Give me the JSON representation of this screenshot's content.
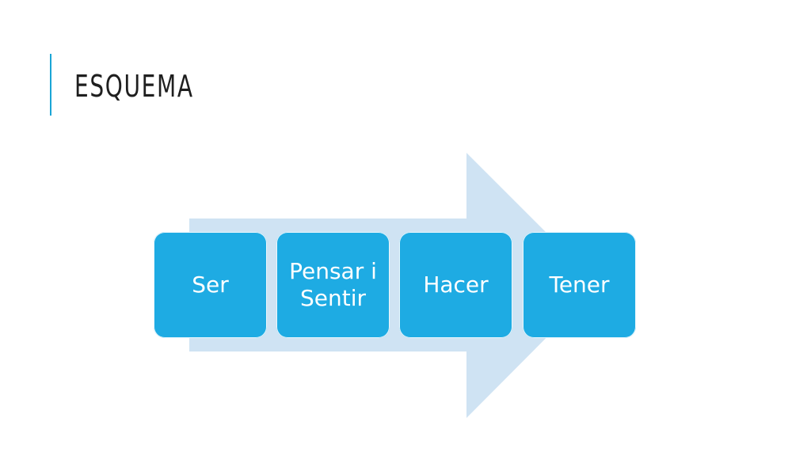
{
  "slide": {
    "title": "ESQUEMA"
  },
  "diagram": {
    "steps": [
      {
        "label": "Ser"
      },
      {
        "label": "Pensar i Sentir"
      },
      {
        "label": "Hacer"
      },
      {
        "label": "Tener"
      }
    ],
    "colors": {
      "arrow": "#cfe3f3",
      "box": "#1eabe3",
      "text": "#ffffff",
      "accent": "#1aa5d6"
    }
  }
}
